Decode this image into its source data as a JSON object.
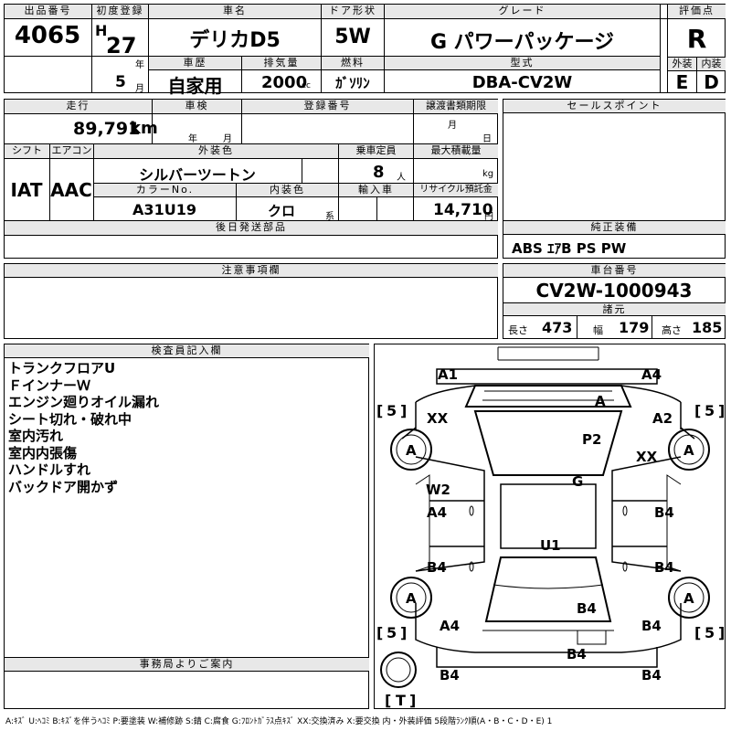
{
  "top": {
    "lot_label": "出品番号",
    "lot_value": "4065",
    "first_reg_label": "初度登録",
    "era": "H",
    "year": "27",
    "year_unit": "年",
    "month": "5",
    "month_unit": "月",
    "car_name_label": "車名",
    "car_name": "デリカD5",
    "door_label": "ドア形状",
    "door": "5W",
    "grade_label": "グレード",
    "grade": "G パワーパッケージ",
    "score_label": "評価点",
    "score": "R",
    "history_label": "車歴",
    "history": "自家用",
    "displacement_label": "排気量",
    "displacement": "2000",
    "displacement_unit": "cc",
    "fuel_label": "燃料",
    "fuel": "ｶﾞｿﾘﾝ",
    "model_label": "型式",
    "model": "DBA-CV2W",
    "exterior_label": "外装",
    "exterior": "E",
    "interior_label": "内装",
    "interior": "D"
  },
  "mid": {
    "mileage_label": "走行",
    "mileage": "89,791",
    "mileage_unit": "km",
    "inspection_label": "車検",
    "inspection_year_unit": "年",
    "inspection_month_unit": "月",
    "reg_no_label": "登録番号",
    "transfer_label": "譲渡書類期限",
    "transfer_month_unit": "月",
    "transfer_day_unit": "日",
    "sales_point_label": "セールスポイント",
    "shift_label": "シフト",
    "shift": "IAT",
    "ac_label": "エアコン",
    "ac": "AAC",
    "ext_color_label": "外装色",
    "ext_color": "シルバーツートン",
    "capacity_label": "乗車定員",
    "capacity": "8",
    "capacity_unit": "人",
    "load_label": "最大積載量",
    "load_unit": "kg",
    "color_no_label": "カラーNo.",
    "color_no": "A31U19",
    "int_color_label": "内装色",
    "int_color": "クロ",
    "int_color_unit": "系",
    "import_label": "輸入車",
    "recycle_label": "リサイクル預託金",
    "recycle": "14,710",
    "recycle_unit": "円",
    "later_parts_label": "後日発送部品",
    "equipment_label": "純正装備",
    "equipment": "ABS ｴｱB PS PW",
    "caution_label": "注意事項欄",
    "chassis_label": "車台番号",
    "chassis": "CV2W-1000943",
    "spec_label": "諸元",
    "length_label": "長さ",
    "length": "473",
    "width_label": "幅",
    "width": "179",
    "height_label": "高さ",
    "height": "185"
  },
  "inspector": {
    "label": "検査員記入欄",
    "notes": [
      "トランクフロアU",
      "ＦインナーＷ",
      "エンジン廻りオイル漏れ",
      "シート切れ・破れ中",
      "室内汚れ",
      "室内内張傷",
      "ハンドルすれ",
      "バックドア開かず"
    ]
  },
  "office": {
    "label": "事務局よりご案内"
  },
  "diagram": {
    "tire_fl": "5",
    "tire_fr": "5",
    "tire_rl": "5",
    "tire_rr": "5",
    "spare": "T",
    "a1": "A1",
    "a4_top": "A4",
    "a_hood": "A",
    "xx_left": "XX",
    "a2": "A2",
    "p2": "P2",
    "xx_right": "XX",
    "wheel_fl": "A",
    "wheel_fr": "A",
    "g": "G",
    "w2": "W2",
    "a4_left": "A4",
    "b4_right1": "B4",
    "u1": "U1",
    "b4_left": "B4",
    "b4_right2": "B4",
    "wheel_rl": "A",
    "wheel_rr": "A",
    "b4_roof": "B4",
    "a4_bl": "A4",
    "b4_br": "B4",
    "b4_rear": "B4",
    "b4_cl": "B4",
    "b4_cr": "B4"
  },
  "legend": "A:ｷｽﾞ U:ﾍｺﾐ B:ｷｽﾞを伴うﾍｺﾐ P:要塗装 W:補修跡 S:錆 C:腐食 G:ﾌﾛﾝﾄｶﾞﾗｽ点ｷｽﾞ XX:交換済み X:要交換  内・外装評価 5段階ﾗﾝｸ順(A・B・C・D・E) 1"
}
